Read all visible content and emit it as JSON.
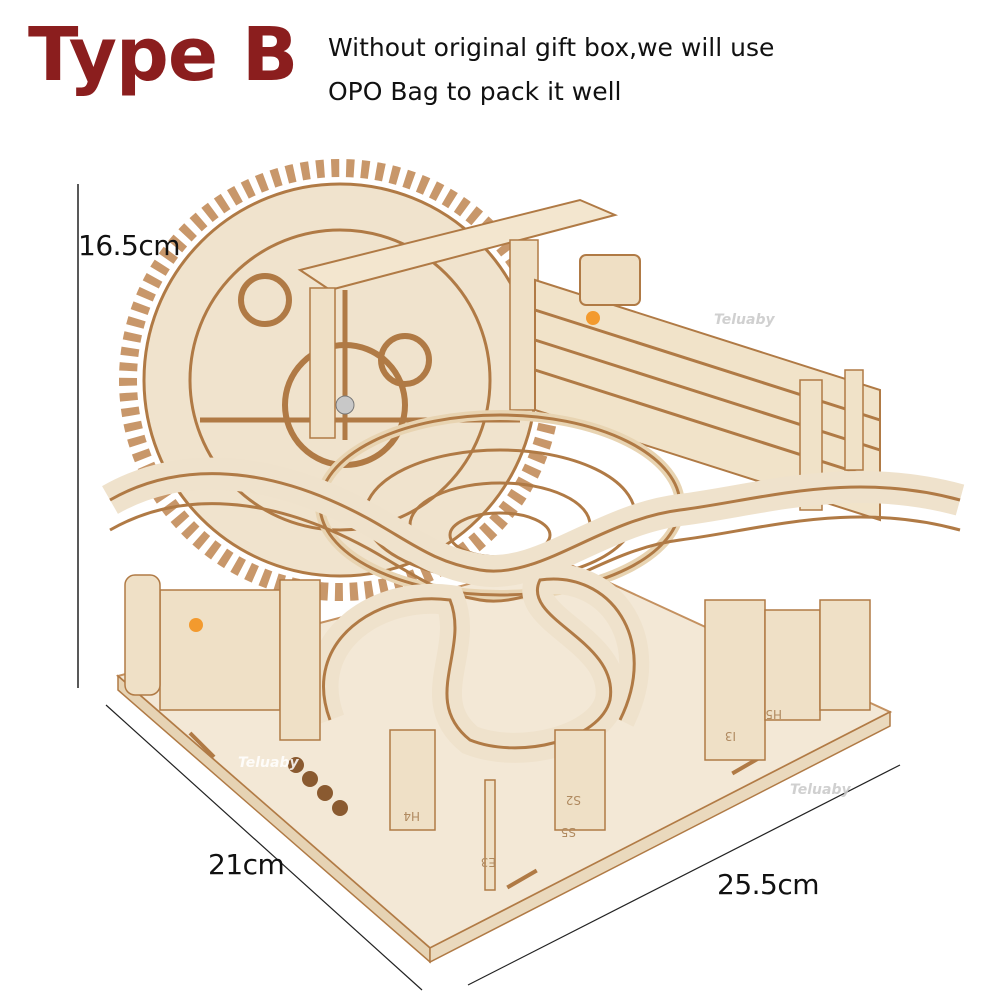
{
  "header": {
    "title": "Type B",
    "note_line1": "Without original gift box,we will use",
    "note_line2": "OPO Bag to pack it well"
  },
  "dimensions": {
    "height": "16.5cm",
    "width": "21cm",
    "depth": "25.5cm"
  },
  "watermarks": [
    "Teluaby",
    "Teluaby",
    "Teluaby"
  ],
  "product": {
    "description": "Wooden 3D marble run puzzle with large gear wheel, spiral track and lift tower",
    "part_labels": [
      "H4",
      "E3",
      "S2",
      "S5",
      "H5",
      "I3"
    ],
    "colors": {
      "title": "#8b1e1e",
      "wood_light": "#efe2cc",
      "wood_edge": "#b07a45",
      "marble": "#f39a2e"
    }
  }
}
